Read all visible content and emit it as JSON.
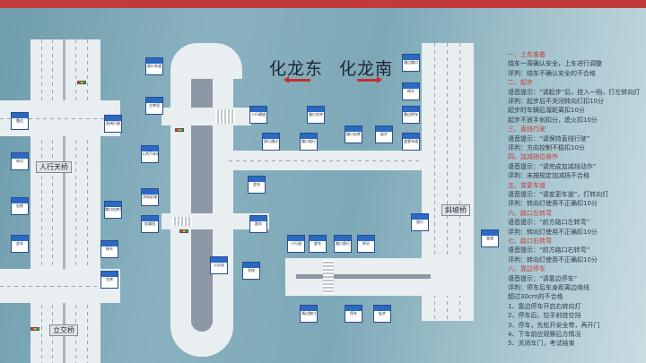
{
  "title": {
    "left": "化龙东",
    "right": "化龙南"
  },
  "bridges": {
    "top": "人行天桥",
    "bottom": "立交桥",
    "mid_right": "斜坡桥"
  },
  "signs": [
    {
      "id": "s1",
      "text": "直行车道"
    },
    {
      "id": "s2",
      "text": "左转弯"
    },
    {
      "id": "s3",
      "text": "人行横道"
    },
    {
      "id": "s4",
      "text": "直行通过"
    },
    {
      "id": "s5",
      "text": "路口左转"
    },
    {
      "id": "s6",
      "text": "路口直行"
    },
    {
      "id": "s7",
      "text": "路口右转"
    },
    {
      "id": "s8",
      "text": "起步"
    },
    {
      "id": "s9",
      "text": "通过路口"
    },
    {
      "id": "s10",
      "text": "掉头"
    },
    {
      "id": "s11",
      "text": "靠边停车"
    },
    {
      "id": "s12",
      "text": "变更车道"
    },
    {
      "id": "s13",
      "text": "会车"
    },
    {
      "id": "s14",
      "text": "超车"
    },
    {
      "id": "s15",
      "text": "公共汽车站"
    },
    {
      "id": "s16",
      "text": "学校区域"
    },
    {
      "id": "s17",
      "text": "加减挡"
    },
    {
      "id": "s18",
      "text": "直线行驶"
    },
    {
      "id": "s19",
      "text": "路口右转弯"
    },
    {
      "id": "s20",
      "text": "掉头"
    },
    {
      "id": "s21",
      "text": "靠边"
    },
    {
      "id": "s22",
      "text": "终点"
    },
    {
      "id": "s23",
      "text": "右转"
    },
    {
      "id": "s24",
      "text": "会车"
    },
    {
      "id": "s25",
      "text": "左转"
    },
    {
      "id": "s26",
      "text": "人行道"
    },
    {
      "id": "s27",
      "text": "超车"
    },
    {
      "id": "s28",
      "text": "路口直行"
    },
    {
      "id": "s29",
      "text": "掉头"
    },
    {
      "id": "s30",
      "text": "公交站"
    },
    {
      "id": "s31",
      "text": "学校"
    },
    {
      "id": "s32",
      "text": "通过路口"
    },
    {
      "id": "s33",
      "text": "停车"
    },
    {
      "id": "s34",
      "text": "起步"
    },
    {
      "id": "s35",
      "text": "直行"
    },
    {
      "id": "s36",
      "text": "变道"
    }
  ],
  "notes": [
    {
      "text": "一、上车准备",
      "red": true
    },
    {
      "text": "绕车一周确认安全，上车进行调整",
      "red": false
    },
    {
      "text": "评判：绕车不确认安全的不合格",
      "red": false
    },
    {
      "text": "二、起步",
      "red": true
    },
    {
      "text": "语音提示：“请起步”后，挂入一档，打左转向灯",
      "red": false
    },
    {
      "text": "评判：起步后不关闭转向灯扣10分",
      "red": false
    },
    {
      "text": "起步时车辆后溜距离扣10分",
      "red": false
    },
    {
      "text": "起步不放手刹扣分，熄火扣10分",
      "red": false
    },
    {
      "text": "三、直线行驶",
      "red": true
    },
    {
      "text": "语音提示：“请保持直线行驶”",
      "red": false
    },
    {
      "text": "评判：方向控制不稳扣10分",
      "red": false
    },
    {
      "text": "四、加减挡位操作",
      "red": true
    },
    {
      "text": "语音提示：“请完成加减挡动作”",
      "red": false
    },
    {
      "text": "评判：未按规定加减挡不合格",
      "red": false
    },
    {
      "text": "五、变更车道",
      "red": true
    },
    {
      "text": "语音提示：“请变更车道”，打转向灯",
      "red": false
    },
    {
      "text": "评判：转向灯使用不正确扣10分",
      "red": false
    },
    {
      "text": "六、路口左转弯",
      "red": true
    },
    {
      "text": "语音提示：“前方路口左转弯”",
      "red": false
    },
    {
      "text": "评判：转向灯使用不正确扣10分",
      "red": false
    },
    {
      "text": "七、路口右转弯",
      "red": true
    },
    {
      "text": "语音提示：“前方路口右转弯”",
      "red": false
    },
    {
      "text": "评判：转向灯使用不正确扣10分",
      "red": false
    },
    {
      "text": "八、靠边停车",
      "red": true
    },
    {
      "text": "语音提示：“请靠边停车”",
      "red": false
    },
    {
      "text": "评判：停车后车身距离边缘线",
      "red": false
    },
    {
      "text": "超过30cm的不合格",
      "red": false
    },
    {
      "text": "1、靠边停车开启右转向灯",
      "red": false
    },
    {
      "text": "2、停车后，拉手刹挂空挡",
      "red": false
    },
    {
      "text": "3、停车，先松开安全带，再开门",
      "red": false
    },
    {
      "text": "4、下车前应观察后方情况",
      "red": false
    },
    {
      "text": "5、关闭车门，考试结束",
      "red": false
    }
  ]
}
